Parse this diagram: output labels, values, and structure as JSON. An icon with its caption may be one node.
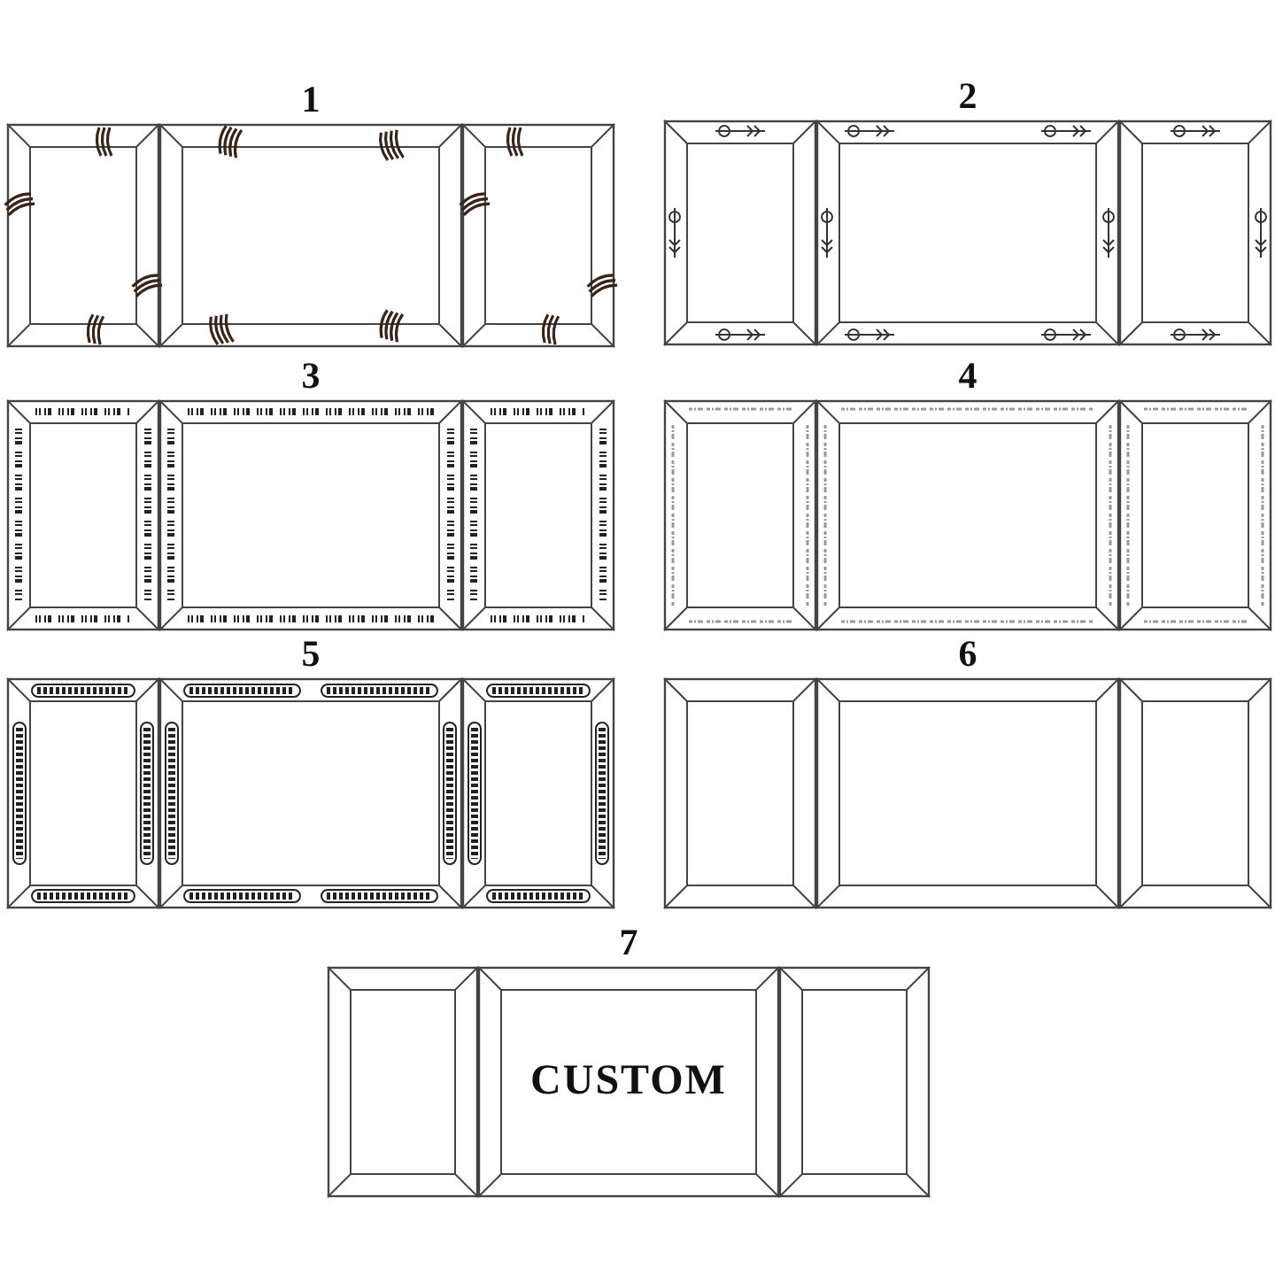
{
  "diagram": {
    "nodes": [
      {
        "text": [
          "1"
        ]
      },
      {
        "text": [
          "2"
        ]
      },
      {
        "text": [
          "3"
        ]
      },
      {
        "text": [
          "4"
        ]
      },
      {
        "text": [
          "5"
        ]
      },
      {
        "text": [
          "6"
        ]
      },
      {
        "text": [
          "7",
          "CUSTOM"
        ]
      }
    ]
  }
}
